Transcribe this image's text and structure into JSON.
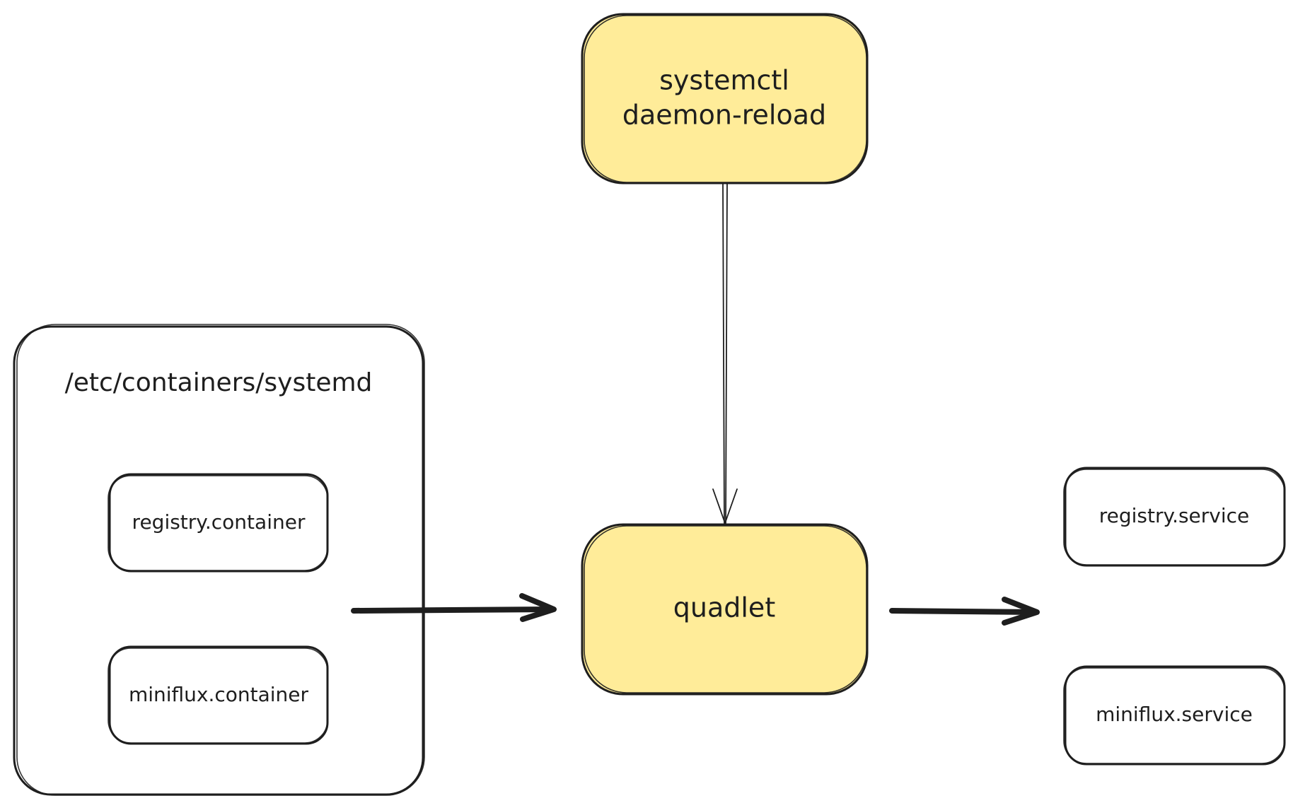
{
  "colors": {
    "highlight_fill": "#ffec99",
    "stroke": "#1e1e1e",
    "background": "#ffffff"
  },
  "nodes": {
    "systemctl": {
      "line1": "systemctl",
      "line2": "daemon-reload"
    },
    "quadlet": {
      "label": "quadlet"
    },
    "directory": {
      "label": "/etc/containers/systemd",
      "children": {
        "registry_container": "registry.container",
        "miniflux_container": "miniflux.container"
      }
    },
    "outputs": {
      "registry_service": "registry.service",
      "miniflux_service": "miniflux.service"
    }
  }
}
